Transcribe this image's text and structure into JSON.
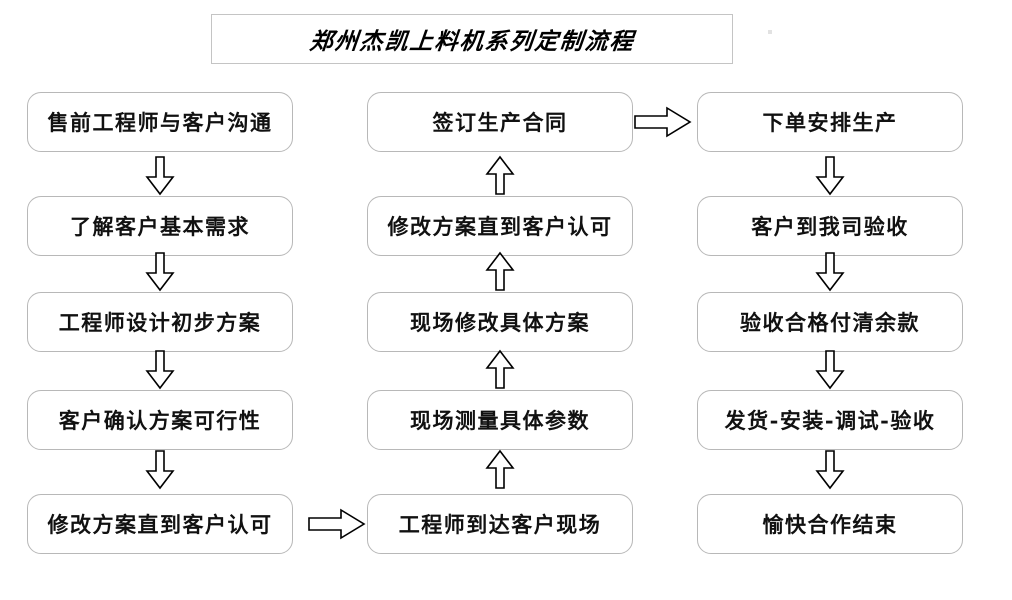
{
  "title": {
    "text": "郑州杰凯上料机系列定制流程"
  },
  "colors": {
    "background": "#ffffff",
    "box_border": "#b8b8b8",
    "title_border": "#c4c4c4",
    "text": "#111111",
    "arrow_stroke": "#000000",
    "arrow_fill": "#ffffff"
  },
  "columns": {
    "left": {
      "name": "presales-design-column",
      "nodes": [
        {
          "id": "l1",
          "label": "售前工程师与客户沟通"
        },
        {
          "id": "l2",
          "label": "了解客户基本需求"
        },
        {
          "id": "l3",
          "label": "工程师设计初步方案"
        },
        {
          "id": "l4",
          "label": "客户确认方案可行性"
        },
        {
          "id": "l5",
          "label": "修改方案直到客户认可"
        }
      ]
    },
    "middle": {
      "name": "onsite-survey-column",
      "nodes": [
        {
          "id": "m1",
          "label": "签订生产合同"
        },
        {
          "id": "m2",
          "label": "修改方案直到客户认可"
        },
        {
          "id": "m3",
          "label": "现场修改具体方案"
        },
        {
          "id": "m4",
          "label": "现场测量具体参数"
        },
        {
          "id": "m5",
          "label": "工程师到达客户现场"
        }
      ]
    },
    "right": {
      "name": "production-delivery-column",
      "nodes": [
        {
          "id": "r1",
          "label": "下单安排生产"
        },
        {
          "id": "r2",
          "label": "客户到我司验收"
        },
        {
          "id": "r3",
          "label": "验收合格付清余款"
        },
        {
          "id": "r4",
          "label": "发货-安装-调试-验收"
        },
        {
          "id": "r5",
          "label": "愉快合作结束"
        }
      ]
    }
  },
  "connectors": {
    "left_column": [
      {
        "from": "l1",
        "to": "l2",
        "direction": "down"
      },
      {
        "from": "l2",
        "to": "l3",
        "direction": "down"
      },
      {
        "from": "l3",
        "to": "l4",
        "direction": "down"
      },
      {
        "from": "l4",
        "to": "l5",
        "direction": "down"
      }
    ],
    "middle_column": [
      {
        "from": "m2",
        "to": "m1",
        "direction": "up"
      },
      {
        "from": "m3",
        "to": "m2",
        "direction": "up"
      },
      {
        "from": "m4",
        "to": "m3",
        "direction": "up"
      },
      {
        "from": "m5",
        "to": "m4",
        "direction": "up"
      }
    ],
    "right_column": [
      {
        "from": "r1",
        "to": "r2",
        "direction": "down"
      },
      {
        "from": "r2",
        "to": "r3",
        "direction": "down"
      },
      {
        "from": "r3",
        "to": "r4",
        "direction": "down"
      },
      {
        "from": "r4",
        "to": "r5",
        "direction": "down"
      }
    ],
    "cross_column": [
      {
        "from": "l5",
        "to": "m5",
        "direction": "right",
        "position": "bottom"
      },
      {
        "from": "m1",
        "to": "r1",
        "direction": "right",
        "position": "top"
      }
    ]
  }
}
